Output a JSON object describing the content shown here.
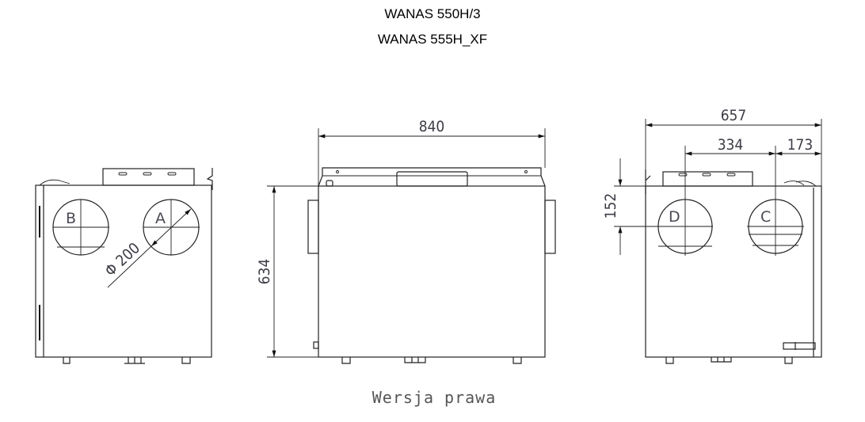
{
  "header": {
    "title_line_1": "WANAS 550H/3",
    "title_line_2": "WANAS 555H_XF"
  },
  "left_view": {
    "port_labels": [
      "B",
      "A"
    ],
    "diameter_label": "Φ 200"
  },
  "middle_view": {
    "width_dim": "840",
    "height_dim": "634"
  },
  "right_view": {
    "port_labels": [
      "D",
      "C"
    ],
    "width_dim": "657",
    "spacing_dim": "334",
    "offset_dim": "173",
    "top_offset_dim": "152"
  },
  "caption": "Wersja prawa"
}
